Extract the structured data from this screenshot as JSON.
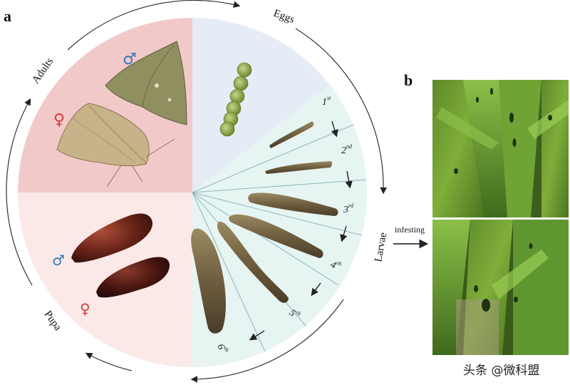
{
  "panels": {
    "a": {
      "label": "a"
    },
    "b": {
      "label": "b"
    }
  },
  "stages": {
    "eggs": "Eggs",
    "larvae": "Larvae",
    "pupa": "Pupa",
    "adults": "Adults"
  },
  "instars": [
    {
      "num": "1",
      "sup": "st"
    },
    {
      "num": "2",
      "sup": "nd"
    },
    {
      "num": "3",
      "sup": "rd"
    },
    {
      "num": "4",
      "sup": "th"
    },
    {
      "num": "5",
      "sup": "th"
    },
    {
      "num": "6",
      "sup": "th"
    }
  ],
  "sex_symbols": {
    "male": "♂",
    "female": "♀"
  },
  "transition": {
    "infesting": "infesting"
  },
  "watermark": "头条 @微科盟",
  "colors": {
    "adults_sector": "#f2c9c9",
    "pupa_sector": "#fbe9e8",
    "eggs_sector": "#e6ecf6",
    "larvae_sector": "#e6f4f2",
    "male_symbol": "#2b7bbd",
    "female_symbol": "#d23a3a",
    "cycle_arrow": "#333333",
    "divider": "#8fb7bd"
  },
  "icons": {
    "cycle": "cycle-arrow-icon",
    "instar_arrow": "down-arrow-icon",
    "infesting_arrow": "right-arrow-icon"
  }
}
